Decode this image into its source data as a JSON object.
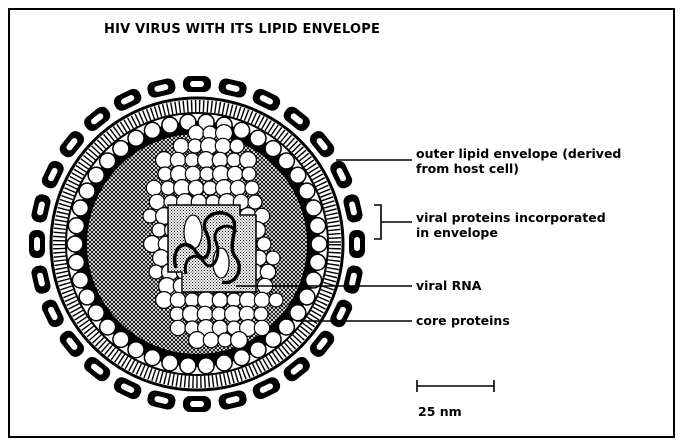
{
  "figure": {
    "title": "HIV VIRUS WITH ITS LIPID ENVELOPE",
    "labels": {
      "outer_envelope_line1": "outer lipid envelope (derived",
      "outer_envelope_line2": "from host cell)",
      "viral_proteins_line1": "viral proteins incorporated",
      "viral_proteins_line2": "in envelope",
      "viral_rna": "viral RNA",
      "core_proteins": "core proteins"
    },
    "scale_bar": "25 nm"
  },
  "colors": {
    "ink": "#000000",
    "paper": "#ffffff"
  }
}
